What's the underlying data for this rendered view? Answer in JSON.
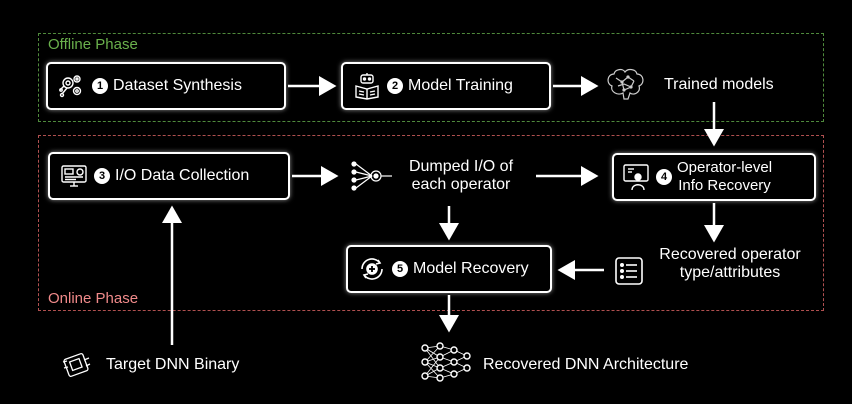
{
  "phases": {
    "offline_label": "Offline Phase",
    "online_label": "Online Phase"
  },
  "nodes": {
    "dataset_synthesis": {
      "number": "1",
      "label": "Dataset Synthesis"
    },
    "model_training": {
      "number": "2",
      "label": "Model Training"
    },
    "io_data_collection": {
      "number": "3",
      "label": "I/O Data Collection"
    },
    "operator_info_recovery": {
      "number": "4",
      "label_line1": "Operator-level",
      "label_line2": "Info Recovery"
    },
    "model_recovery": {
      "number": "5",
      "label": "Model Recovery"
    }
  },
  "labels": {
    "trained_models": "Trained models",
    "dumped_io_line1": "Dumped I/O of",
    "dumped_io_line2": "each operator",
    "recovered_operator_line1": "Recovered operator",
    "recovered_operator_line2": "type/attributes",
    "target_dnn_binary": "Target DNN Binary",
    "recovered_dnn_architecture": "Recovered DNN Architecture"
  },
  "icons": {
    "dataset_synthesis": "gears-network-icon",
    "model_training": "robot-reading-book-icon",
    "trained_models": "brain-icon",
    "io_data_collection": "monitor-dashboard-icon",
    "dumped_io": "neuron-fan-in-icon",
    "operator_info_recovery": "person-analyzing-icon",
    "model_recovery": "recovery-cycle-icon",
    "recovered_operator": "checklist-icon",
    "target_dnn_binary": "circuit-chip-icon",
    "recovered_dnn_architecture": "neural-network-icon"
  },
  "colors": {
    "offline_border": "#4f8a3c",
    "offline_text": "#6ab04c",
    "online_border": "#b05050",
    "online_text": "#f08a8a"
  }
}
